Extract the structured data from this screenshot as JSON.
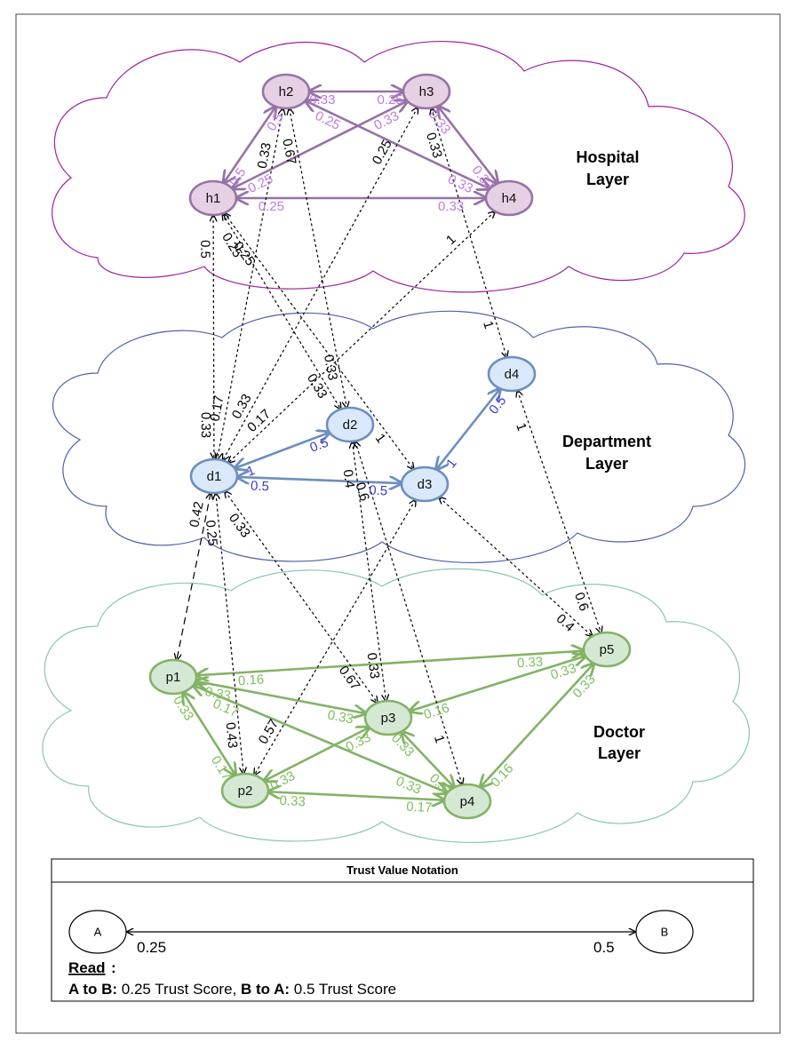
{
  "layers": {
    "hospital": {
      "line1": "Hospital",
      "line2": "Layer",
      "color": "#b030b0",
      "cloud_stroke": "#a020a0"
    },
    "department": {
      "line1": "Department",
      "line2": "Layer",
      "color": "#5a3fd6",
      "cloud_stroke": "#5060b0"
    },
    "doctor": {
      "line1": "Doctor",
      "line2": "Layer",
      "color": "#5fa8a0",
      "cloud_stroke": "#8cc4b4"
    }
  },
  "nodes": {
    "h1": {
      "label": "h1",
      "layer": "hospital"
    },
    "h2": {
      "label": "h2",
      "layer": "hospital"
    },
    "h3": {
      "label": "h3",
      "layer": "hospital"
    },
    "h4": {
      "label": "h4",
      "layer": "hospital"
    },
    "d1": {
      "label": "d1",
      "layer": "department"
    },
    "d2": {
      "label": "d2",
      "layer": "department"
    },
    "d3": {
      "label": "d3",
      "layer": "department"
    },
    "d4": {
      "label": "d4",
      "layer": "department"
    },
    "p1": {
      "label": "p1",
      "layer": "doctor"
    },
    "p2": {
      "label": "p2",
      "layer": "doctor"
    },
    "p3": {
      "label": "p3",
      "layer": "doctor"
    },
    "p4": {
      "label": "p4",
      "layer": "doctor"
    },
    "p5": {
      "label": "p5",
      "layer": "doctor"
    }
  },
  "colors": {
    "hospital_fill": "#e6d0e3",
    "hospital_stroke": "#9673a6",
    "hospital_label": "#c079e6",
    "department_fill": "#dae8fc",
    "department_stroke": "#6c8ebf",
    "department_label": "#3b3bd6",
    "doctor_fill": "#d5e8d4",
    "doctor_stroke": "#82b366",
    "doctor_label": "#7cc05a",
    "cross_layer_label": "#000000"
  },
  "edges": [
    {
      "a": "h1",
      "b": "h2",
      "ab": "0.5",
      "ba": "0.5",
      "type": "intra"
    },
    {
      "a": "h2",
      "b": "h3",
      "ab": "0.33",
      "ba": "0.25",
      "type": "intra"
    },
    {
      "a": "h1",
      "b": "h3",
      "ab": "0.25",
      "ba": "0.33",
      "type": "intra"
    },
    {
      "a": "h2",
      "b": "h4",
      "ab": "0.25",
      "ba": "0.33",
      "type": "intra"
    },
    {
      "a": "h3",
      "b": "h4",
      "ab": "0.33",
      "ba": "0.33",
      "type": "intra"
    },
    {
      "a": "h1",
      "b": "h4",
      "ab": "0.25",
      "ba": "0.33",
      "type": "intra"
    },
    {
      "a": "d1",
      "b": "d2",
      "ab": "1",
      "ba": "0.5",
      "type": "intra"
    },
    {
      "a": "d1",
      "b": "d3",
      "ab": "0.5",
      "ba": "0.5",
      "type": "intra"
    },
    {
      "a": "d3",
      "b": "d4",
      "ab": "1",
      "ba": "0.5",
      "type": "intra"
    },
    {
      "a": "p1",
      "b": "p5",
      "ab": "0.16",
      "ba": "0.33",
      "type": "intra"
    },
    {
      "a": "p1",
      "b": "p3",
      "ab": "0.33",
      "ba": "0.33",
      "type": "intra"
    },
    {
      "a": "p1",
      "b": "p2",
      "ab": "0.33",
      "ba": "0.17",
      "type": "intra"
    },
    {
      "a": "p1",
      "b": "p4",
      "ab": "0.17",
      "ba": "0.33",
      "type": "intra"
    },
    {
      "a": "p3",
      "b": "p5",
      "ab": "0.16",
      "ba": "0.33",
      "type": "intra"
    },
    {
      "a": "p2",
      "b": "p3",
      "ab": "0.33",
      "ba": "0.33",
      "type": "intra"
    },
    {
      "a": "p3",
      "b": "p4",
      "ab": "0.33",
      "ba": "0.33",
      "type": "intra"
    },
    {
      "a": "p2",
      "b": "p4",
      "ab": "0.33",
      "ba": "0.17",
      "type": "intra"
    },
    {
      "a": "p4",
      "b": "p5",
      "ab": "0.16",
      "ba": "0.33",
      "type": "intra"
    },
    {
      "a": "h1",
      "b": "d1",
      "ab": "0.5",
      "ba": "0.33",
      "type": "cross"
    },
    {
      "a": "h1",
      "b": "d2",
      "ab": "0.25",
      "ba": "0.33",
      "type": "cross"
    },
    {
      "a": "h1",
      "b": "d3",
      "ab": "0.25",
      "ba": "1",
      "type": "cross"
    },
    {
      "a": "h2",
      "b": "d1",
      "ab": "0.33",
      "ba": "0.17",
      "type": "cross"
    },
    {
      "a": "h2",
      "b": "d2",
      "ab": "0.67",
      "ba": "0.33",
      "type": "cross"
    },
    {
      "a": "h3",
      "b": "d1",
      "ab": "0.25",
      "ba": "0.33",
      "type": "cross"
    },
    {
      "a": "h3",
      "b": "d4",
      "ab": "0.33",
      "ba": "1",
      "type": "cross"
    },
    {
      "a": "h4",
      "b": "d1",
      "ab": "1",
      "ba": "0.17",
      "type": "cross"
    },
    {
      "a": "d1",
      "b": "p1",
      "ab": "0.42",
      "ba": "",
      "type": "cross"
    },
    {
      "a": "d1",
      "b": "p2",
      "ab": "0.25",
      "ba": "0.43",
      "type": "cross"
    },
    {
      "a": "d1",
      "b": "p3",
      "ab": "0.33",
      "ba": "0.67",
      "type": "cross"
    },
    {
      "a": "d2",
      "b": "p3",
      "ab": "0.4",
      "ba": "0.33",
      "type": "cross"
    },
    {
      "a": "d2",
      "b": "p4",
      "ab": "0.6",
      "ba": "1",
      "type": "cross"
    },
    {
      "a": "d3",
      "b": "p2",
      "ab": "",
      "ba": "0.57",
      "type": "cross"
    },
    {
      "a": "d3",
      "b": "p5",
      "ab": "",
      "ba": "0.4",
      "type": "cross"
    },
    {
      "a": "d4",
      "b": "p5",
      "ab": "1",
      "ba": "0.6",
      "type": "cross"
    }
  ],
  "legend": {
    "title": "Trust Value Notation",
    "node_a": "A",
    "node_b": "B",
    "a_to_b_value": "0.25",
    "b_to_a_value": "0.5",
    "read_heading": "Read",
    "read_colon": ":",
    "line_a_bold": "A to B:",
    "line_a_rest": " 0.25 Trust Score, ",
    "line_b_bold": "B to A:",
    "line_b_rest": " 0.5 Trust Score"
  }
}
